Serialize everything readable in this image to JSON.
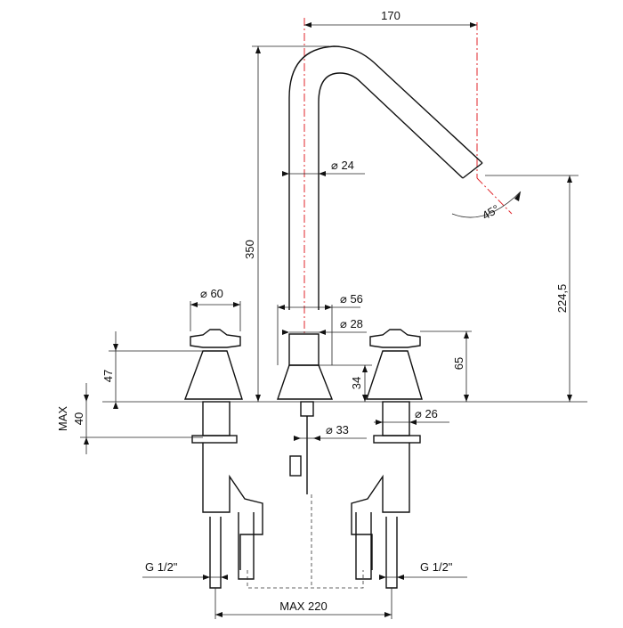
{
  "diagram": {
    "dimensions": {
      "spout_reach": "170",
      "spout_diameter": "⌀ 24",
      "spout_angle": "45°",
      "spout_height": "224,5",
      "total_height": "350",
      "handle_diameter": "⌀ 60",
      "base_diameter": "⌀ 56",
      "neck_diameter": "⌀ 28",
      "base_height": "34",
      "handle_height_left": "47",
      "handle_height_right": "65",
      "deck_thickness_label": "MAX",
      "deck_thickness": "40",
      "shank_diameter_center": "⌀ 33",
      "shank_diameter_side": "⌀ 26",
      "thread_left": "G 1/2\"",
      "thread_right": "G 1/2\"",
      "centers": "MAX 220"
    }
  }
}
